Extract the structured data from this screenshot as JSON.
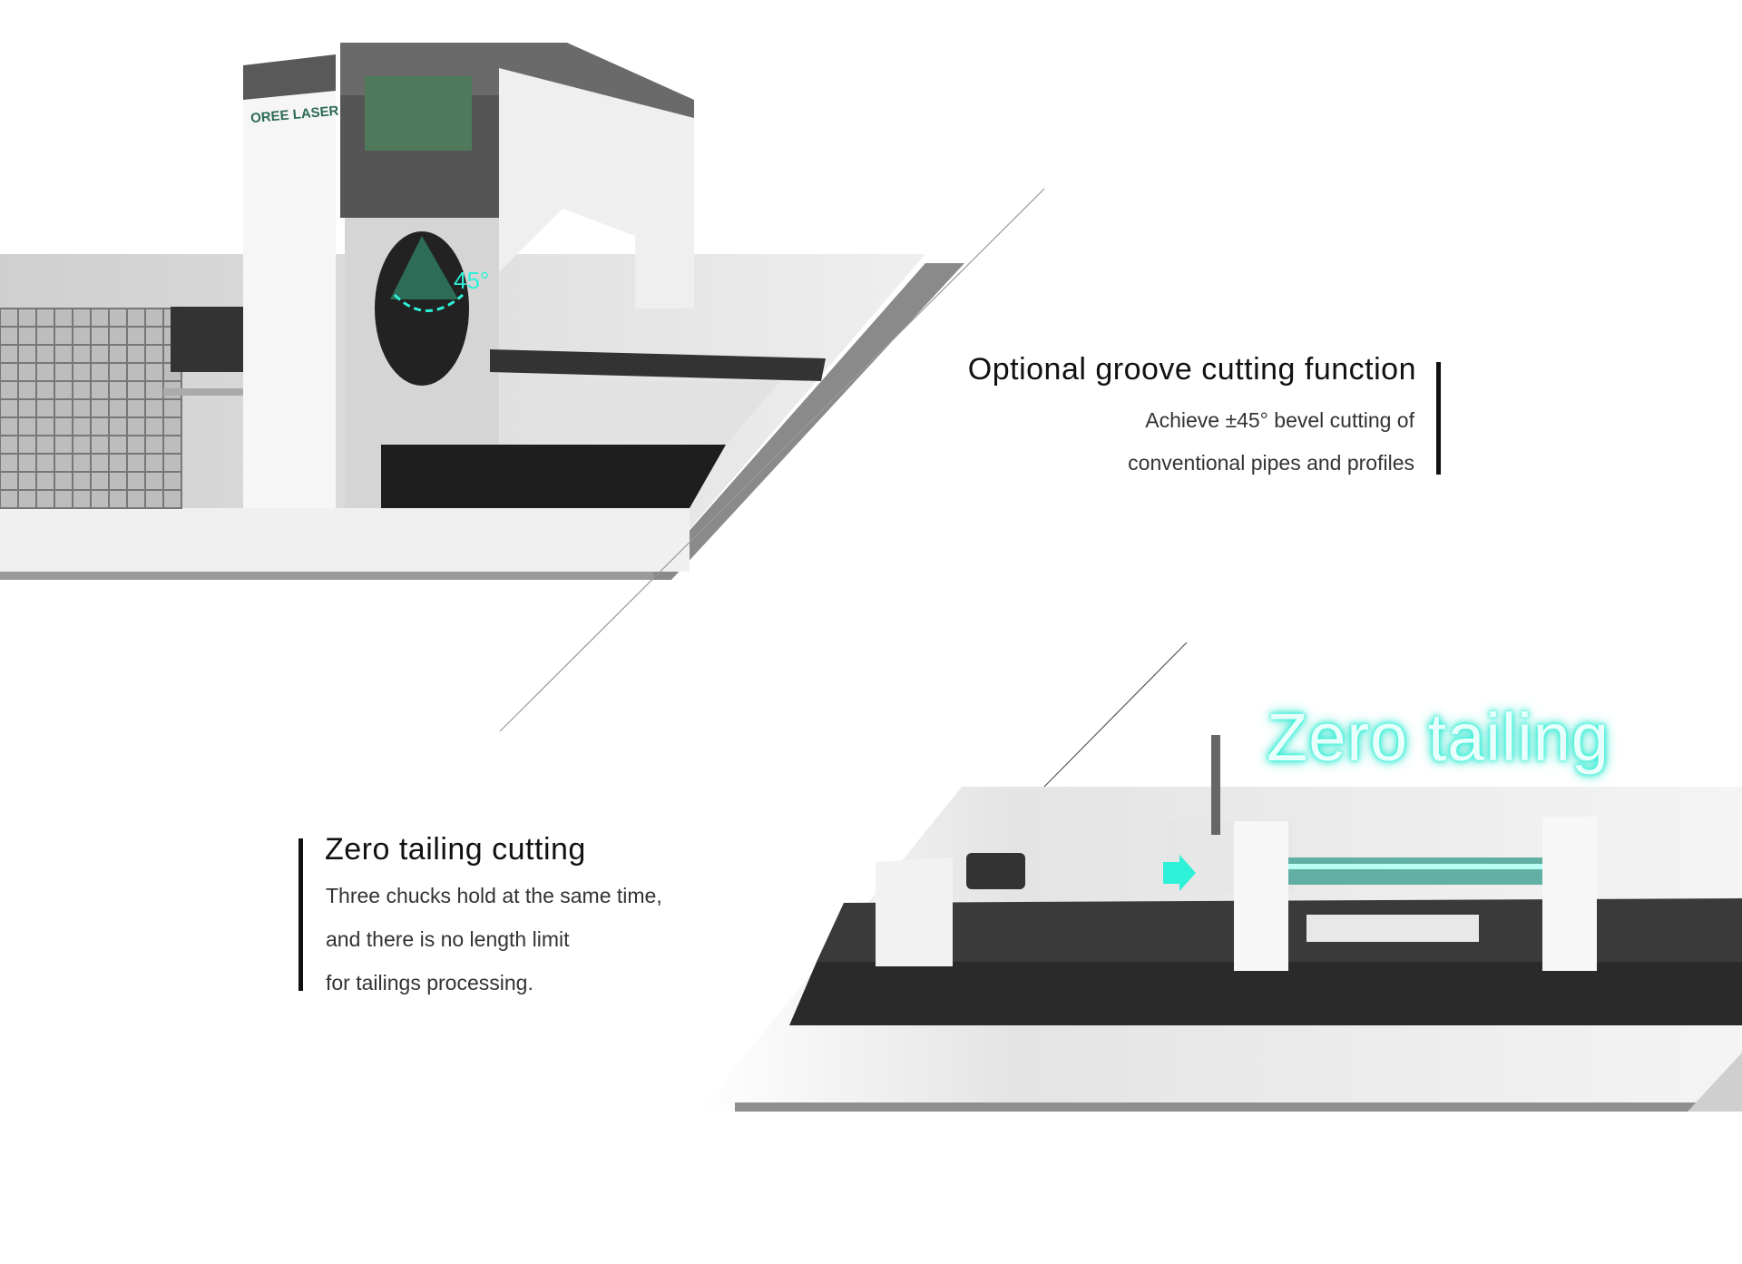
{
  "feature_groove": {
    "title": "Optional groove cutting function",
    "lines": [
      "Achieve ±45° bevel cutting of",
      "conventional pipes and profiles"
    ]
  },
  "feature_tailing": {
    "title": "Zero tailing cutting",
    "lines": [
      "Three chucks hold at the same time,",
      "and there is no length limit",
      "for tailings processing."
    ],
    "overlay_label": "Zero tailing"
  },
  "machine_image": {
    "brand_logo": "OREE LASER",
    "angle_label": "45°"
  },
  "colors": {
    "accent": "#2ef2d8",
    "text": "#111111",
    "band": "#d9d9d9"
  }
}
